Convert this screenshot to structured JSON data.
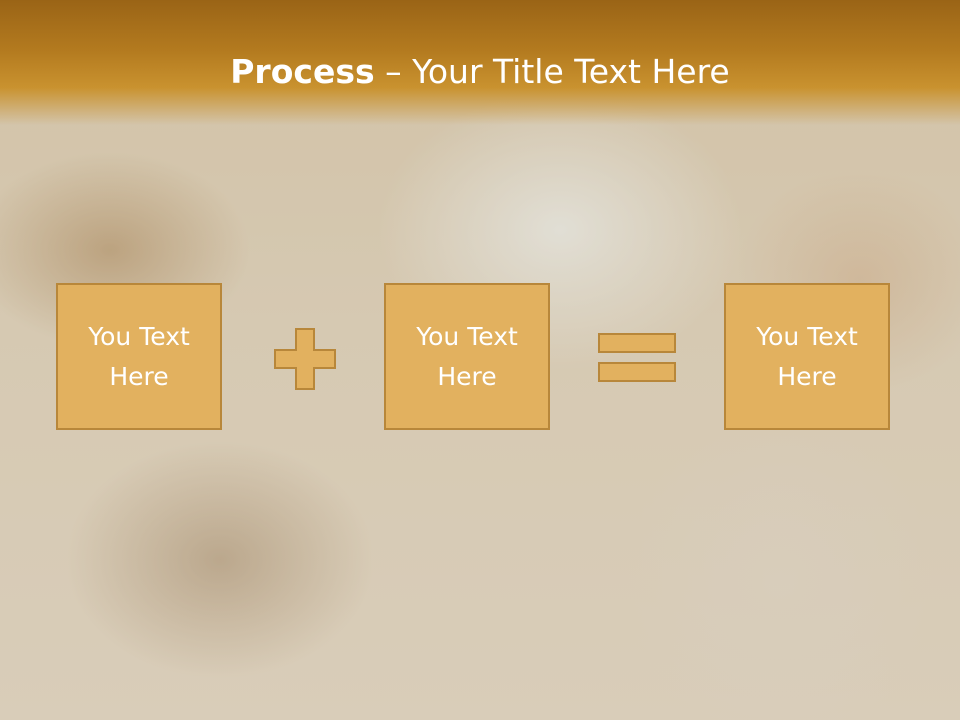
{
  "title": {
    "bold": "Process",
    "rest": " – Your Title Text Here"
  },
  "boxes": [
    {
      "text": "You Text Here"
    },
    {
      "text": "You Text Here"
    },
    {
      "text": "You Text Here"
    }
  ],
  "operators": {
    "first": "plus-icon",
    "second": "equals-icon"
  },
  "colors": {
    "title_bar": "#b37a1f",
    "box_fill": "#e2b15f",
    "box_border": "#b8873a",
    "text": "#ffffff"
  }
}
